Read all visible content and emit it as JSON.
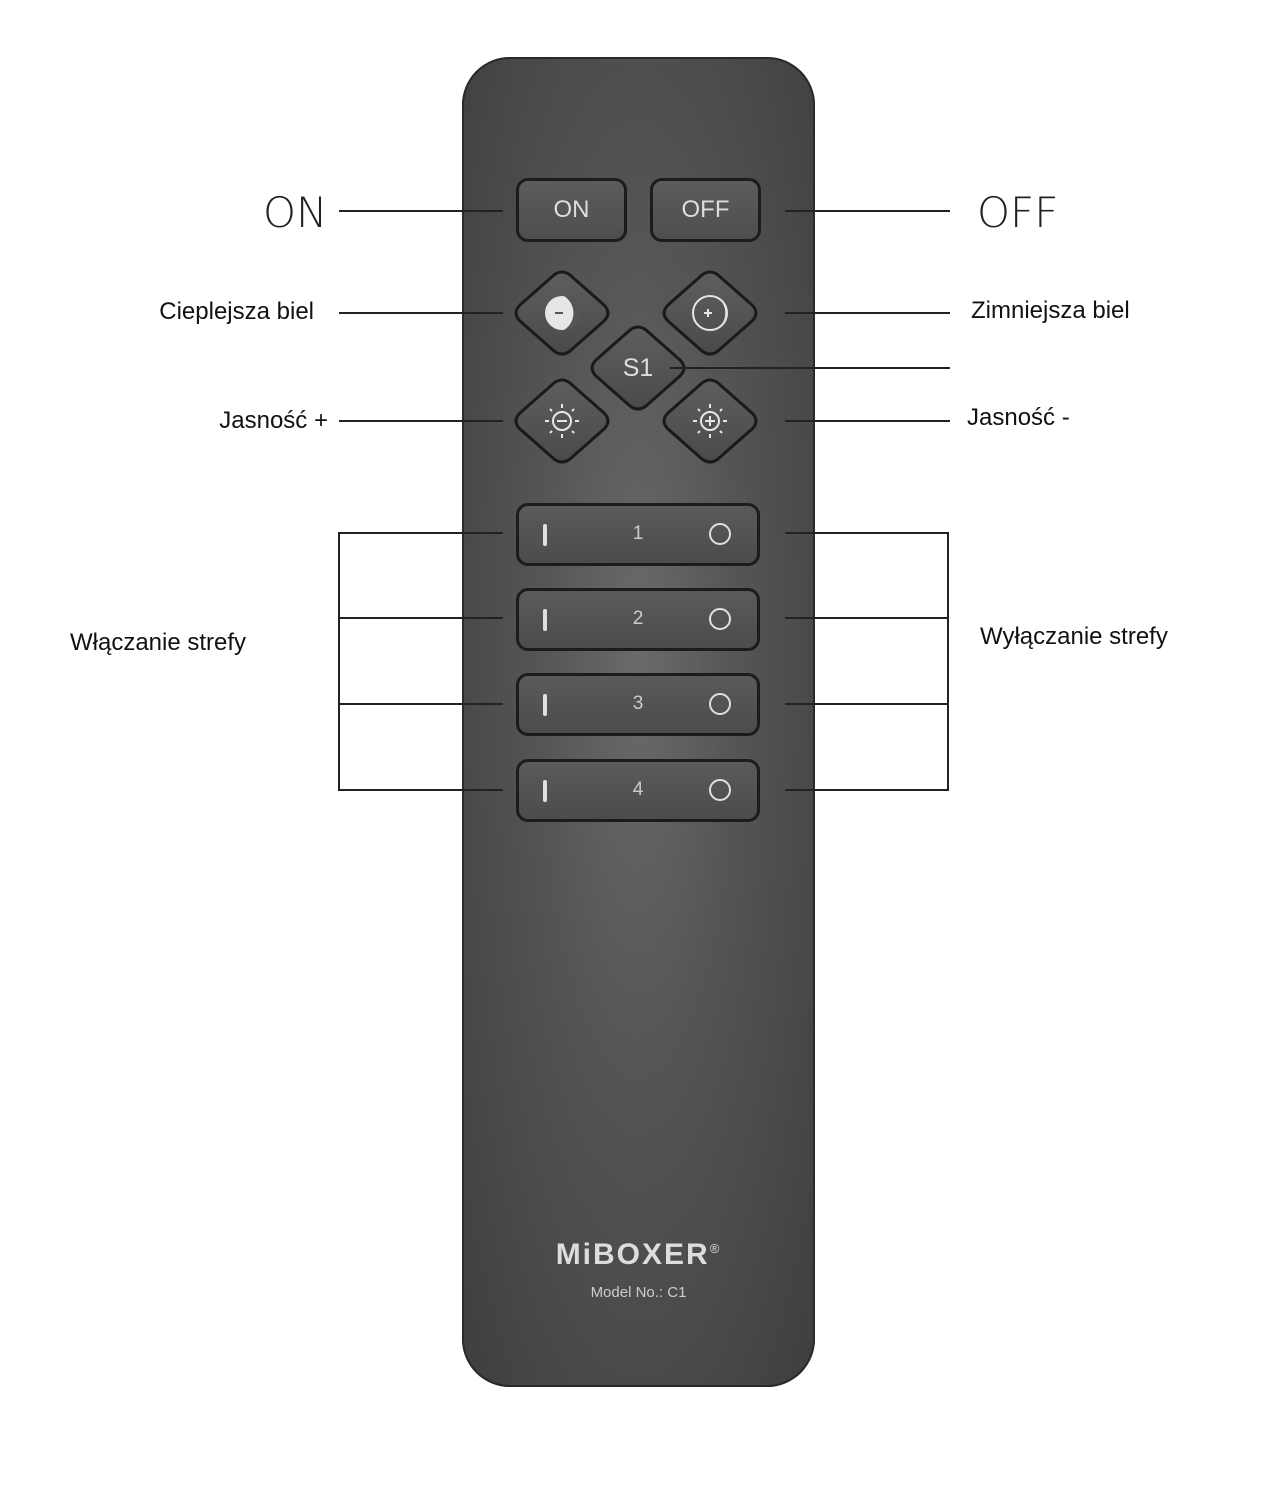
{
  "labels": {
    "on": "ON",
    "off": "OFF",
    "warmer": "Cieplejsza biel",
    "cooler": "Zimniejsza biel",
    "brightness_left": "Jasność +",
    "brightness_right": "Jasność -",
    "zone_on": "Włączanie strefy",
    "zone_off": "Wyłączanie strefy"
  },
  "remote": {
    "on_button": "ON",
    "off_button": "OFF",
    "s1_button": "S1",
    "zones": [
      {
        "num": "1"
      },
      {
        "num": "2"
      },
      {
        "num": "3"
      },
      {
        "num": "4"
      }
    ],
    "brand": "MiBOXER",
    "registered": "®",
    "model": "Model No.: C1"
  }
}
